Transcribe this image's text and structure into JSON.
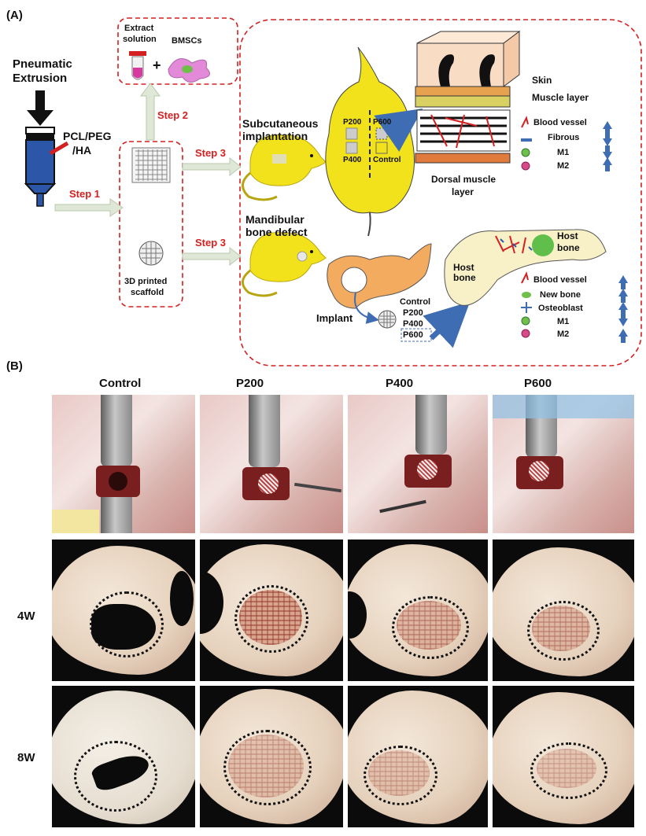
{
  "panelA": {
    "label": "(A)",
    "extrusion": {
      "title_line1": "Pneumatic",
      "title_line2": "Extrusion",
      "material_line1": "PCL/PEG",
      "material_line2": "/HA"
    },
    "steps": {
      "step1": "Step 1",
      "step2": "Step 2",
      "step3a": "Step 3",
      "step3b": "Step 3"
    },
    "extract": {
      "line1": "Extract",
      "line2": "solution",
      "plus": "+",
      "bmsc": "BMSCs"
    },
    "scaffold": {
      "line1": "3D printed",
      "line2": "scaffold"
    },
    "subq": {
      "line1": "Subcutaneous",
      "line2": "implantation",
      "sites": [
        "P200",
        "P600",
        "P400",
        "Control"
      ]
    },
    "mandible": {
      "line1": "Mandibular",
      "line2": "bone defect",
      "implant": "Implant",
      "groups": [
        "Control",
        "P200",
        "P400",
        "P600"
      ]
    },
    "skin_layers": {
      "skin": "Skin",
      "muscle": "Muscle layer",
      "dorsal_line1": "Dorsal muscle",
      "dorsal_line2": "layer"
    },
    "legend1": [
      {
        "label": "Blood vessel",
        "trend": "up"
      },
      {
        "label": "Fibrous",
        "trend": "down"
      },
      {
        "label": "M1",
        "trend": "down"
      },
      {
        "label": "M2",
        "trend": "up"
      }
    ],
    "host_bone": "Host bone",
    "host_bone_right_line1": "Host",
    "host_bone_right_line2": "bone",
    "legend2": [
      {
        "label": "Blood vessel",
        "trend": "up"
      },
      {
        "label": "New bone",
        "trend": "up"
      },
      {
        "label": "Osteoblast",
        "trend": "up"
      },
      {
        "label": "M1",
        "trend": "down"
      },
      {
        "label": "M2",
        "trend": "up"
      }
    ]
  },
  "panelB": {
    "label": "(B)",
    "columns": [
      "Control",
      "P200",
      "P400",
      "P600"
    ],
    "rows": [
      "4W",
      "8W"
    ]
  },
  "colors": {
    "dashed": "#d42020",
    "step_text": "#d42020",
    "arrow_green": "#dfe8d6",
    "arrow_blue": "#3f6db3",
    "rat": "#f2e21c"
  }
}
